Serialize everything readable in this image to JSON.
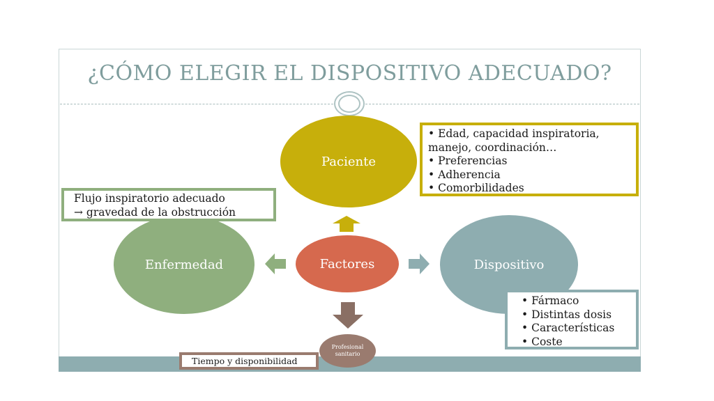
{
  "slide": {
    "title": "¿CÓMO ELEGIR EL DISPOSITIVO ADECUADO?",
    "accent_colors": {
      "paciente": "#c7af0b",
      "factores": "#d6694e",
      "enfermedad": "#8faf7e",
      "dispositivo": "#8eadb0",
      "profesional": "#9a7b6f"
    }
  },
  "nodes": {
    "paciente": "Paciente",
    "factores": "Factores",
    "enfermedad": "Enfermedad",
    "dispositivo": "Dispositivo",
    "profesional": "Profesional sanitario"
  },
  "boxes": {
    "paciente": {
      "items": [
        "Edad, capacidad inspiratoria,",
        "manejo, coordinación…",
        "Preferencias",
        "Adherencia",
        "Comorbilidades"
      ]
    },
    "enfermedad": {
      "line1": "Flujo inspiratorio adecuado",
      "line2": "→ gravedad de la obstrucción"
    },
    "dispositivo": {
      "items": [
        "Fármaco",
        "Distintas dosis",
        "Características",
        "Coste"
      ]
    },
    "profesional": {
      "text": "Tiempo y disponibilidad"
    }
  },
  "icons": [
    "arrow-up-icon",
    "arrow-left-icon",
    "arrow-right-icon",
    "arrow-down-icon"
  ]
}
